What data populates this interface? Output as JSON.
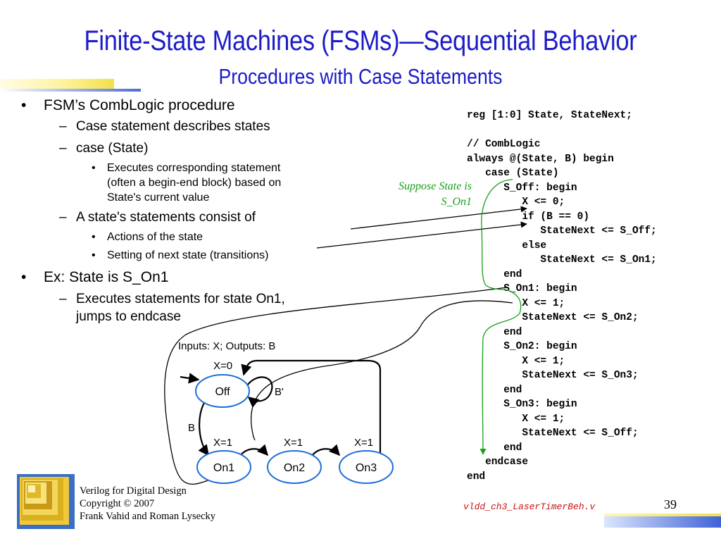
{
  "title": "Finite-State Machines (FSMs)—Sequential Behavior",
  "subtitle": "Procedures with Case Statements",
  "bullets": {
    "b1": "FSM’s CombLogic procedure",
    "b1_1": "Case statement describes states",
    "b1_2": "case (State)",
    "b1_2_1_a": "Executes corresponding statement",
    "b1_2_1_b": "(often a begin-end block) based on",
    "b1_2_1_c": "State's current value",
    "b1_3": "A state's statements consist of",
    "b1_3_1": "Actions of the state",
    "b1_3_2": "Setting of next state (transitions)",
    "b2": "Ex: State is S_On1",
    "b2_1_a": "Executes statements for state On1,",
    "b2_1_b": "jumps to endcase"
  },
  "markers": {
    "main": "•",
    "sub": "–",
    "subsub": "•"
  },
  "annotation": {
    "line1": "Suppose State is",
    "line2": "S_On1"
  },
  "code": "reg [1:0] State, StateNext;\n\n// CombLogic\nalways @(State, B) begin\n   case (State)\n      S_Off: begin\n         X <= 0;\n         if (B == 0)\n            StateNext <= S_Off;\n         else\n            StateNext <= S_On1;\n      end\n      S_On1: begin\n         X <= 1;\n         StateNext <= S_On2;\n      end\n      S_On2: begin\n         X <= 1;\n         StateNext <= S_On3;\n      end\n      S_On3: begin\n         X <= 1;\n         StateNext <= S_Off;\n      end\n   endcase\nend",
  "diagram": {
    "io_label": "Inputs: X; Outputs: B",
    "states": [
      "Off",
      "On1",
      "On2",
      "On3"
    ],
    "outputs": [
      "X=0",
      "X=1",
      "X=1",
      "X=1"
    ],
    "edge_labels": {
      "self_loop": "B'",
      "to_on1": "B"
    }
  },
  "footer": {
    "line1": "Verilog for Digital Design",
    "line2": "Copyright © 2007",
    "line3": "Frank Vahid and Roman Lysecky"
  },
  "file_name": "vldd_ch3_LaserTimerBeh.v",
  "page_number": "39",
  "colors": {
    "title": "#1c1cc8",
    "annotation": "#16a016",
    "state_stroke": "#1e6ed8",
    "file_name": "#c81414"
  }
}
